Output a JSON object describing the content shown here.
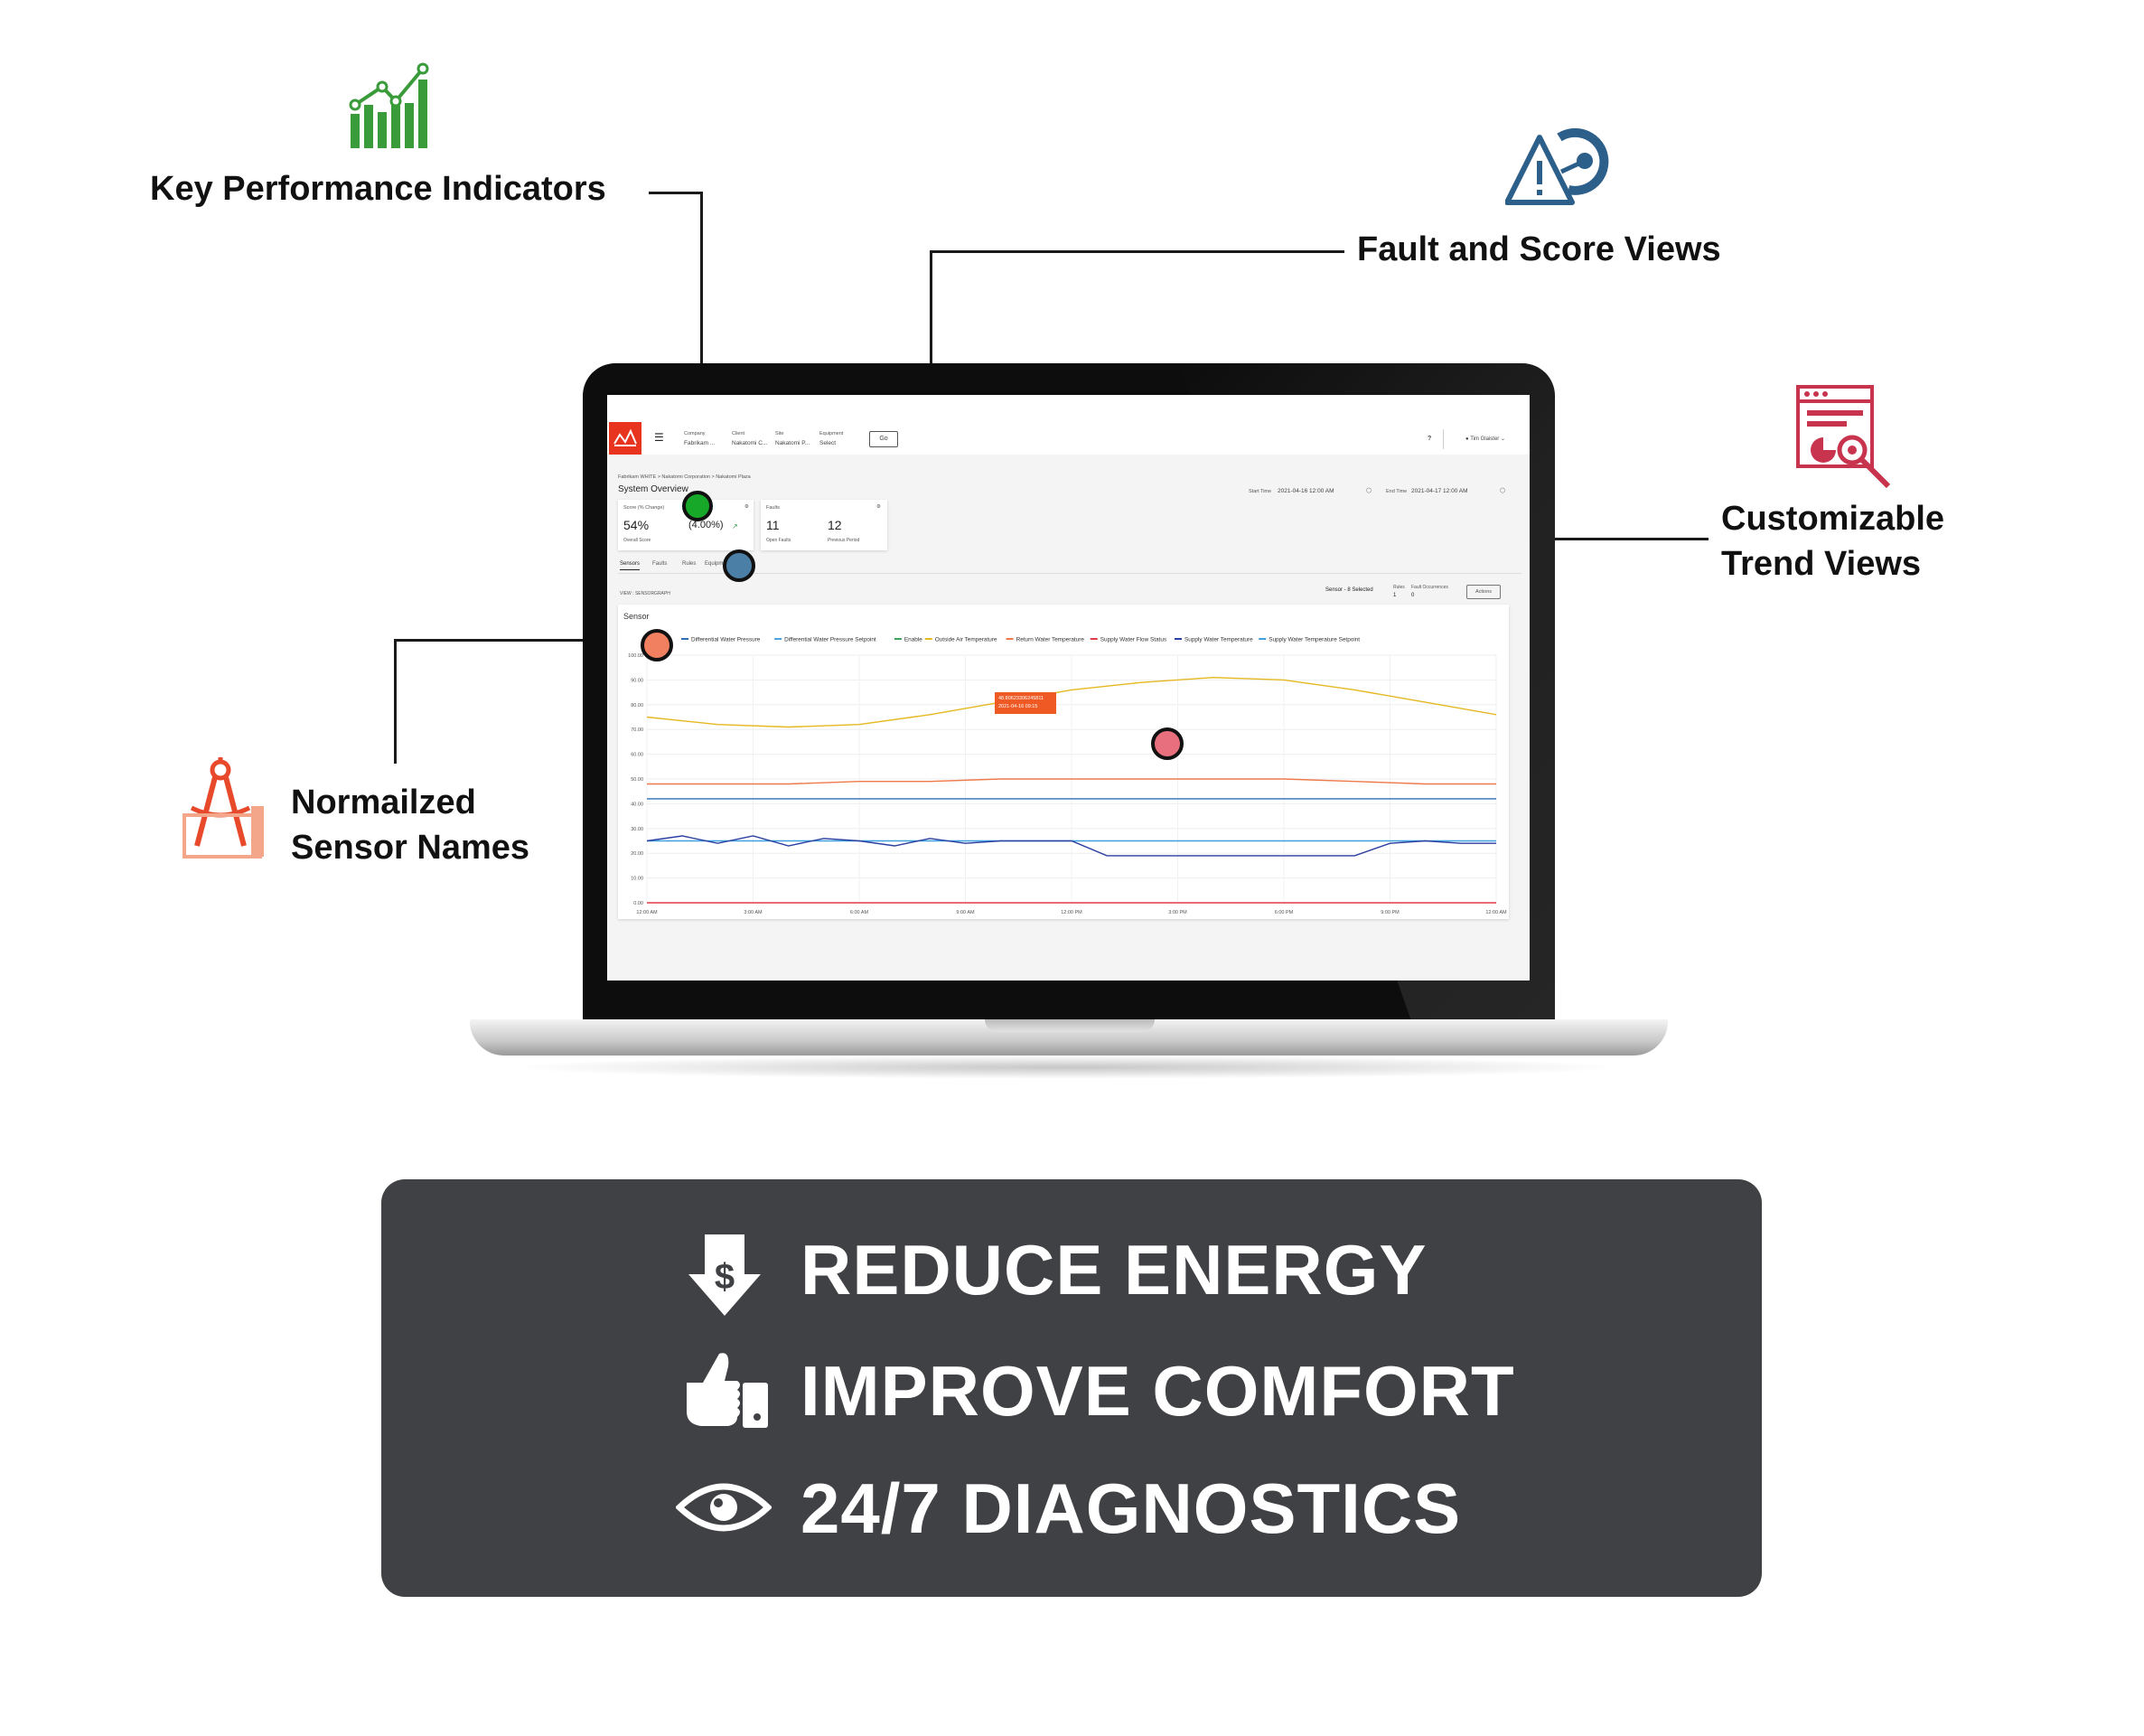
{
  "callouts": {
    "kpi": "Key Performance Indicators",
    "fault": "Fault and Score Views",
    "trend_line1": "Customizable",
    "trend_line2": "Trend Views",
    "sensor_line1": "Normailzed",
    "sensor_line2": "Sensor Names"
  },
  "benefits": [
    "REDUCE ENERGY",
    "IMPROVE COMFORT",
    "24/7 DIAGNOSTICS"
  ],
  "colors": {
    "brand_red": "#e8331f",
    "panel": "#404144",
    "kpi_green": "#3a9b3a",
    "marker_green": "#18a829",
    "marker_blue": "#4c7fa6",
    "marker_orange": "#f08060",
    "marker_pink": "#e8707e"
  },
  "app": {
    "filters": [
      {
        "label": "Company",
        "value": "Fabrikam ..."
      },
      {
        "label": "Client",
        "value": "Nakatomi C..."
      },
      {
        "label": "Site",
        "value": "Nakatomi P..."
      },
      {
        "label": "Equipment",
        "value": "Select"
      }
    ],
    "go_label": "Go",
    "help": "?",
    "user": "Tim Glaister",
    "breadcrumb": "Fabrikam WHITE  >  Nakatomi Corporation  >  Nakatomi Plaza",
    "page_title": "System Overview",
    "start_label": "Start Time",
    "start_value": "2021-04-16 12:00 AM",
    "end_label": "End Time",
    "end_value": "2021-04-17 12:00 AM",
    "score_card": {
      "title": "Score (% Change)",
      "value": "54%",
      "change": "(4.00%)",
      "sub": "Overall Score"
    },
    "faults_card": {
      "title": "Faults",
      "open": "11",
      "open_label": "Open Faults",
      "prev": "12",
      "prev_label": "Previous Period"
    },
    "tabs": [
      "Sensors",
      "Faults",
      "Rules",
      "Equipment"
    ],
    "view_label": "VIEW : SENSORGRAPH",
    "sensor_selected": "Sensor - 8 Selected",
    "rules_label": "Rules",
    "rules_value": "1",
    "fault_occ_label": "Fault Occurrences",
    "fault_occ_value": "0",
    "actions_label": "Actions",
    "chart_title": "Sensor",
    "tooltip_value": "48.80623306245811",
    "tooltip_time": "2021-04-16 09:15"
  },
  "chart_data": {
    "type": "line",
    "title": "Sensor",
    "x_ticks": [
      "12:00 AM",
      "3:00 AM",
      "6:00 AM",
      "9:00 AM",
      "12:00 PM",
      "3:00 PM",
      "6:00 PM",
      "9:00 PM",
      "12:00 AM"
    ],
    "y_ticks": [
      "100.00",
      "90.00",
      "80.00",
      "70.00",
      "60.00",
      "50.00",
      "40.00",
      "30.00",
      "20.00",
      "10.00",
      "0.00"
    ],
    "ylim": [
      0,
      100
    ],
    "legend": [
      {
        "name": "Differential Water Pressure",
        "color": "#2f6db5"
      },
      {
        "name": "Differential Water Pressure Setpoint",
        "color": "#49a5e0"
      },
      {
        "name": "Enable",
        "color": "#3aa55a"
      },
      {
        "name": "Outside Air Temperature",
        "color": "#e6b820"
      },
      {
        "name": "Return Water Temperature",
        "color": "#ee7a4a"
      },
      {
        "name": "Supply Water Flow Status",
        "color": "#e23c4a"
      },
      {
        "name": "Supply Water Temperature",
        "color": "#2a3fa0"
      },
      {
        "name": "Supply Water Temperature Setpoint",
        "color": "#3fa0e0"
      }
    ],
    "series": [
      {
        "name": "Outside Air Temperature",
        "x": [
          0,
          2,
          4,
          6,
          8,
          10,
          12,
          14,
          16,
          18,
          20,
          22,
          24
        ],
        "values": [
          75,
          72,
          71,
          72,
          76,
          81,
          86,
          89,
          91,
          90,
          86,
          81,
          76
        ]
      },
      {
        "name": "Return Water Temperature",
        "x": [
          0,
          2,
          4,
          6,
          8,
          10,
          12,
          14,
          16,
          18,
          20,
          22,
          24
        ],
        "values": [
          48,
          48,
          48,
          49,
          49,
          50,
          50,
          50,
          50,
          50,
          49,
          48,
          48
        ]
      },
      {
        "name": "Differential Water Pressure",
        "x": [
          0,
          2,
          4,
          6,
          8,
          10,
          12,
          14,
          16,
          18,
          20,
          22,
          24
        ],
        "values": [
          42,
          42,
          42,
          42,
          42,
          42,
          42,
          42,
          42,
          42,
          42,
          42,
          42
        ]
      },
      {
        "name": "Supply Water Temperature Setpoint",
        "x": [
          0,
          2,
          4,
          6,
          8,
          10,
          12,
          14,
          16,
          18,
          20,
          22,
          24
        ],
        "values": [
          25,
          25,
          25,
          25,
          25,
          25,
          25,
          25,
          25,
          25,
          25,
          25,
          25
        ]
      },
      {
        "name": "Supply Water Temperature",
        "x": [
          0,
          1,
          2,
          3,
          4,
          5,
          6,
          7,
          8,
          9,
          10,
          11,
          12,
          13,
          14,
          16,
          18,
          20,
          21,
          22,
          23,
          24
        ],
        "values": [
          25,
          27,
          24,
          27,
          23,
          26,
          25,
          23,
          26,
          24,
          25,
          25,
          25,
          19,
          19,
          19,
          19,
          19,
          24,
          25,
          24,
          24
        ]
      },
      {
        "name": "Supply Water Flow Status",
        "x": [
          0,
          24
        ],
        "values": [
          0,
          0
        ]
      }
    ]
  }
}
